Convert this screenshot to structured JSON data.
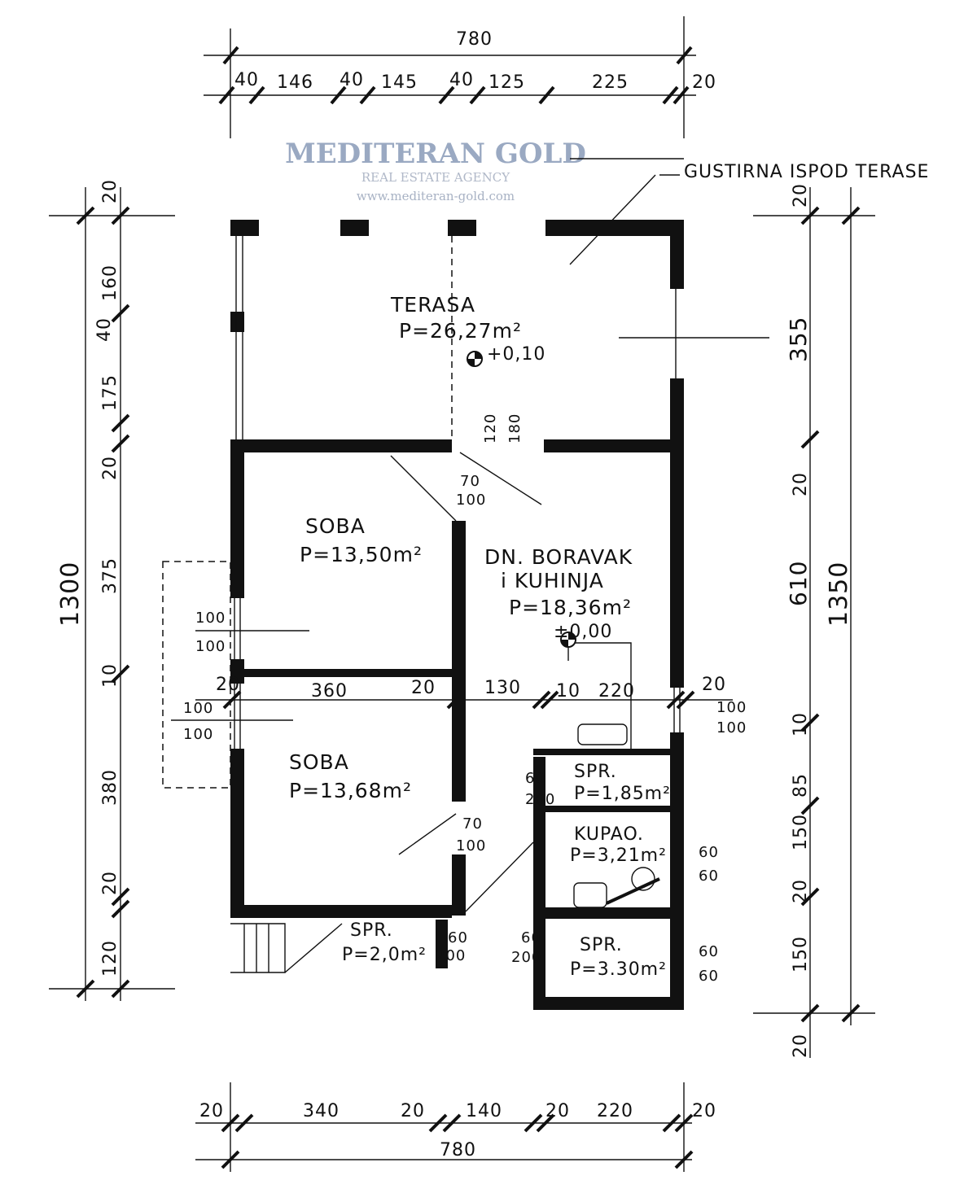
{
  "watermark": {
    "brand": "MEDITERAN GOLD",
    "tagline": "REAL ESTATE AGENCY",
    "url": "www.mediteran-gold.com"
  },
  "annotation": "GUSTIRNA ISPOD TERASE",
  "rooms": {
    "terrace": {
      "name": "TERASA",
      "area": "P=26,27m²",
      "level": "+0,10"
    },
    "room1": {
      "name": "SOBA",
      "area": "P=13,50m²"
    },
    "room2": {
      "name": "SOBA",
      "area": "P=13,68m²"
    },
    "living": {
      "name": "DN. BORAVAK",
      "name2": "i KUHINJA",
      "area": "P=18,36m²",
      "level": "±0,00"
    },
    "storage1": {
      "name": "SPR.",
      "area": "P=1,85m²"
    },
    "bathroom": {
      "name": "KUPAO.",
      "area": "P=3,21m²"
    },
    "storage2": {
      "name": "SPR.",
      "area": "P=2,0m²"
    },
    "storage3": {
      "name": "SPR.",
      "area": "P=3.30m²"
    }
  },
  "dimensions": {
    "top_total": "780",
    "top": [
      "40",
      "146",
      "40",
      "145",
      "40",
      "125",
      "225",
      "20"
    ],
    "bottom_total": "780",
    "bottom": [
      "20",
      "340",
      "20",
      "140",
      "20",
      "220",
      "20"
    ],
    "middle": [
      "20",
      "360",
      "20",
      "130",
      "10",
      "220",
      "20"
    ],
    "left_total": "1300",
    "left": [
      "20",
      "160",
      "40",
      "175",
      "20",
      "375",
      "10",
      "380",
      "20",
      "120"
    ],
    "right_total": "1350",
    "right": [
      "20",
      "355",
      "20",
      "610",
      "10",
      "85",
      "150",
      "20",
      "150",
      "20"
    ],
    "openings": {
      "win_left1": [
        "100",
        "100"
      ],
      "win_left2": [
        "100",
        "100"
      ],
      "win_right1": [
        "100",
        "100"
      ],
      "win_right2": [
        "60",
        "60"
      ],
      "win_right3": [
        "60",
        "60"
      ],
      "door_room1": [
        "70",
        "100"
      ],
      "door_terrace": [
        "120",
        "180"
      ],
      "door_room2": [
        "70",
        "100"
      ],
      "door_spr1": [
        "60",
        "200"
      ],
      "door_spr2": [
        "60",
        "200"
      ],
      "door_spr3": [
        "60",
        "200"
      ]
    }
  }
}
